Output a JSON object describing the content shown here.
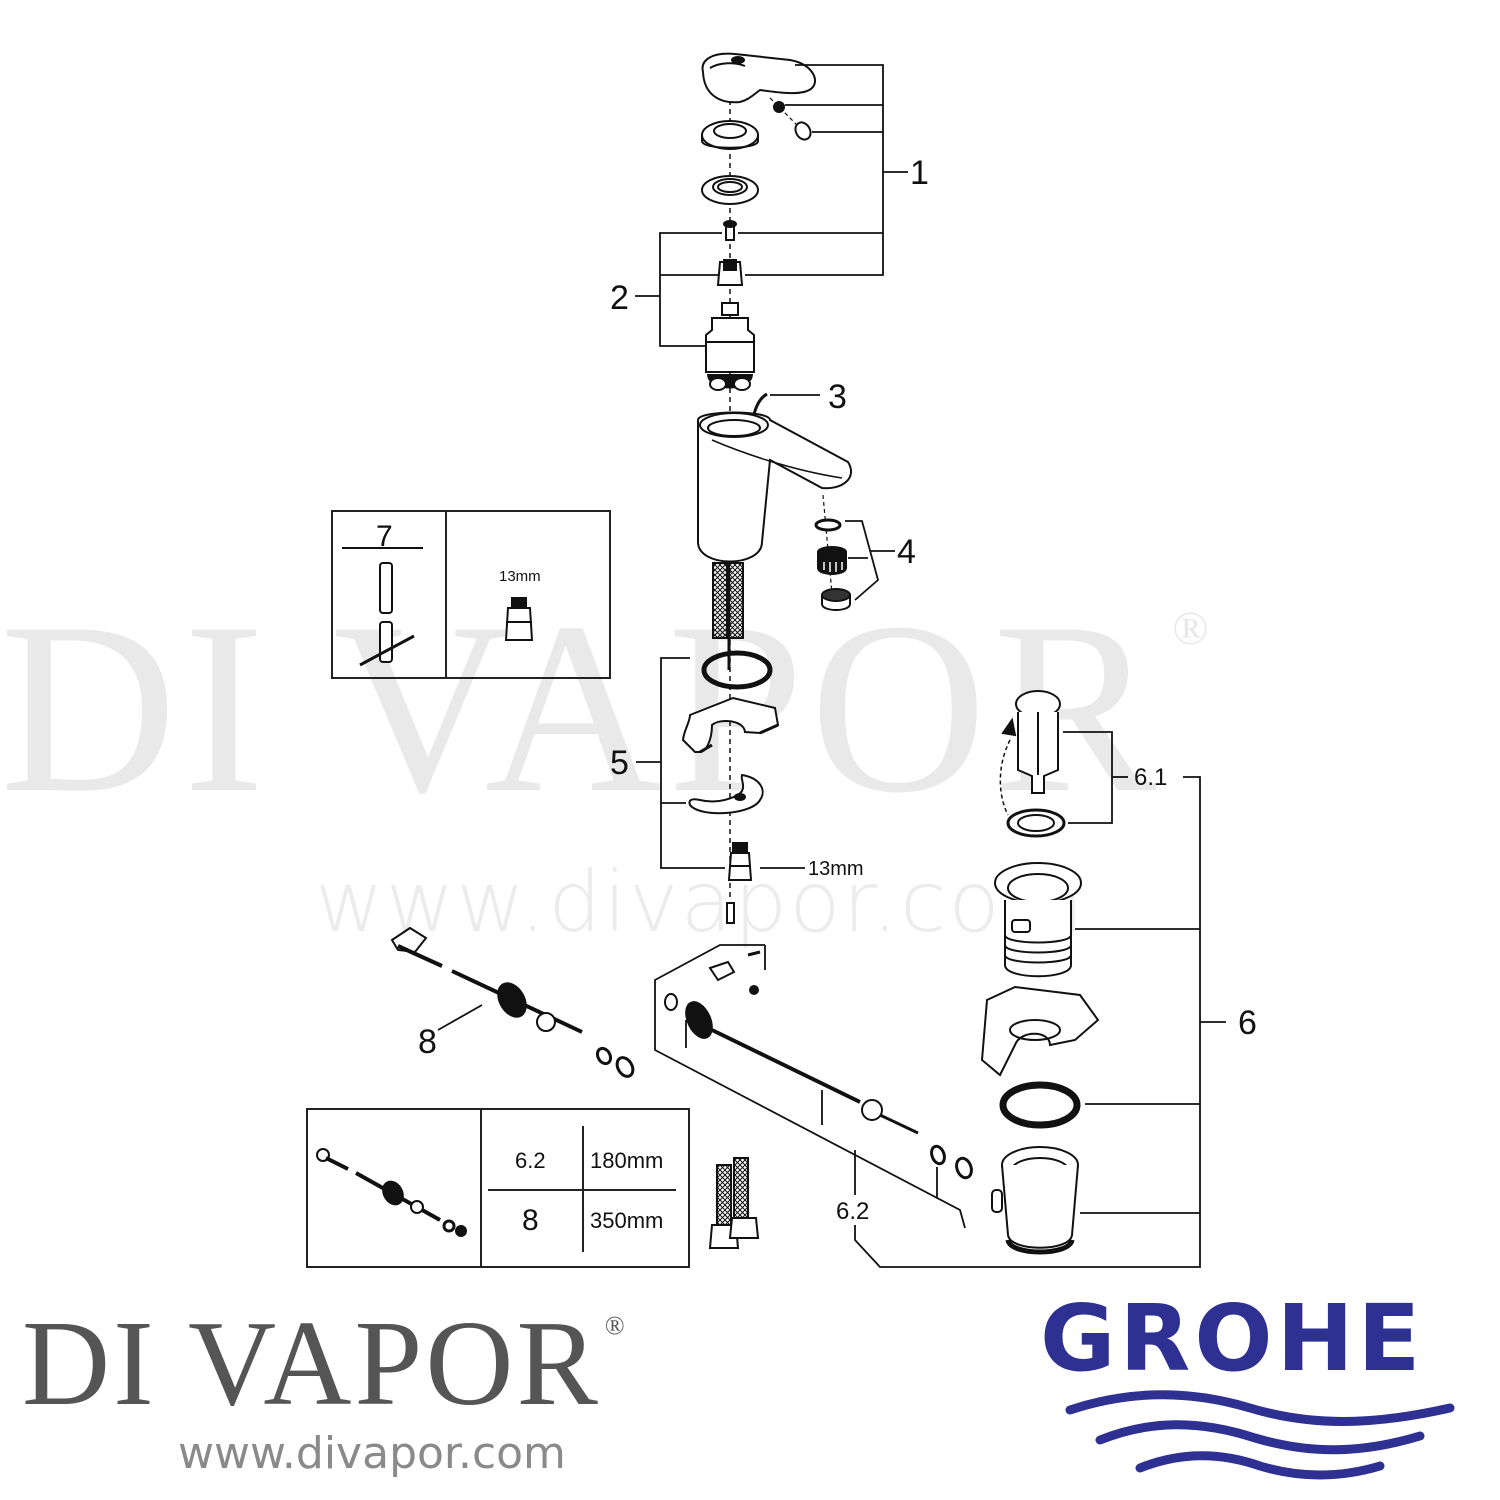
{
  "watermark": {
    "text": "DI VAPOR",
    "registered_mark": "®",
    "url": "www.divapor.com"
  },
  "diagram": {
    "type": "exploded parts view",
    "subject": "Basin mixer tap with pop-up waste",
    "callouts": [
      {
        "id": "1",
        "label": "1"
      },
      {
        "id": "2",
        "label": "2"
      },
      {
        "id": "3",
        "label": "3"
      },
      {
        "id": "4",
        "label": "4"
      },
      {
        "id": "5",
        "label": "5"
      },
      {
        "id": "6",
        "label": "6"
      },
      {
        "id": "6.1",
        "label": "6.1"
      },
      {
        "id": "6.2",
        "label": "6.2"
      },
      {
        "id": "8",
        "label": "8"
      }
    ],
    "nut_size_label": "13mm",
    "tool_box": {
      "part_number": "7",
      "size_label": "13mm"
    },
    "length_table": {
      "rows": [
        {
          "part": "6.2",
          "length": "180mm"
        },
        {
          "part": "8",
          "length": "350mm"
        }
      ]
    }
  },
  "branding": {
    "divapor": {
      "name": "DI VAPOR",
      "registered_mark": "®",
      "url": "www.divapor.com",
      "color": "#555555",
      "url_color": "#8a8a8a"
    },
    "grohe": {
      "name": "GROHE",
      "color": "#2e3192"
    }
  }
}
